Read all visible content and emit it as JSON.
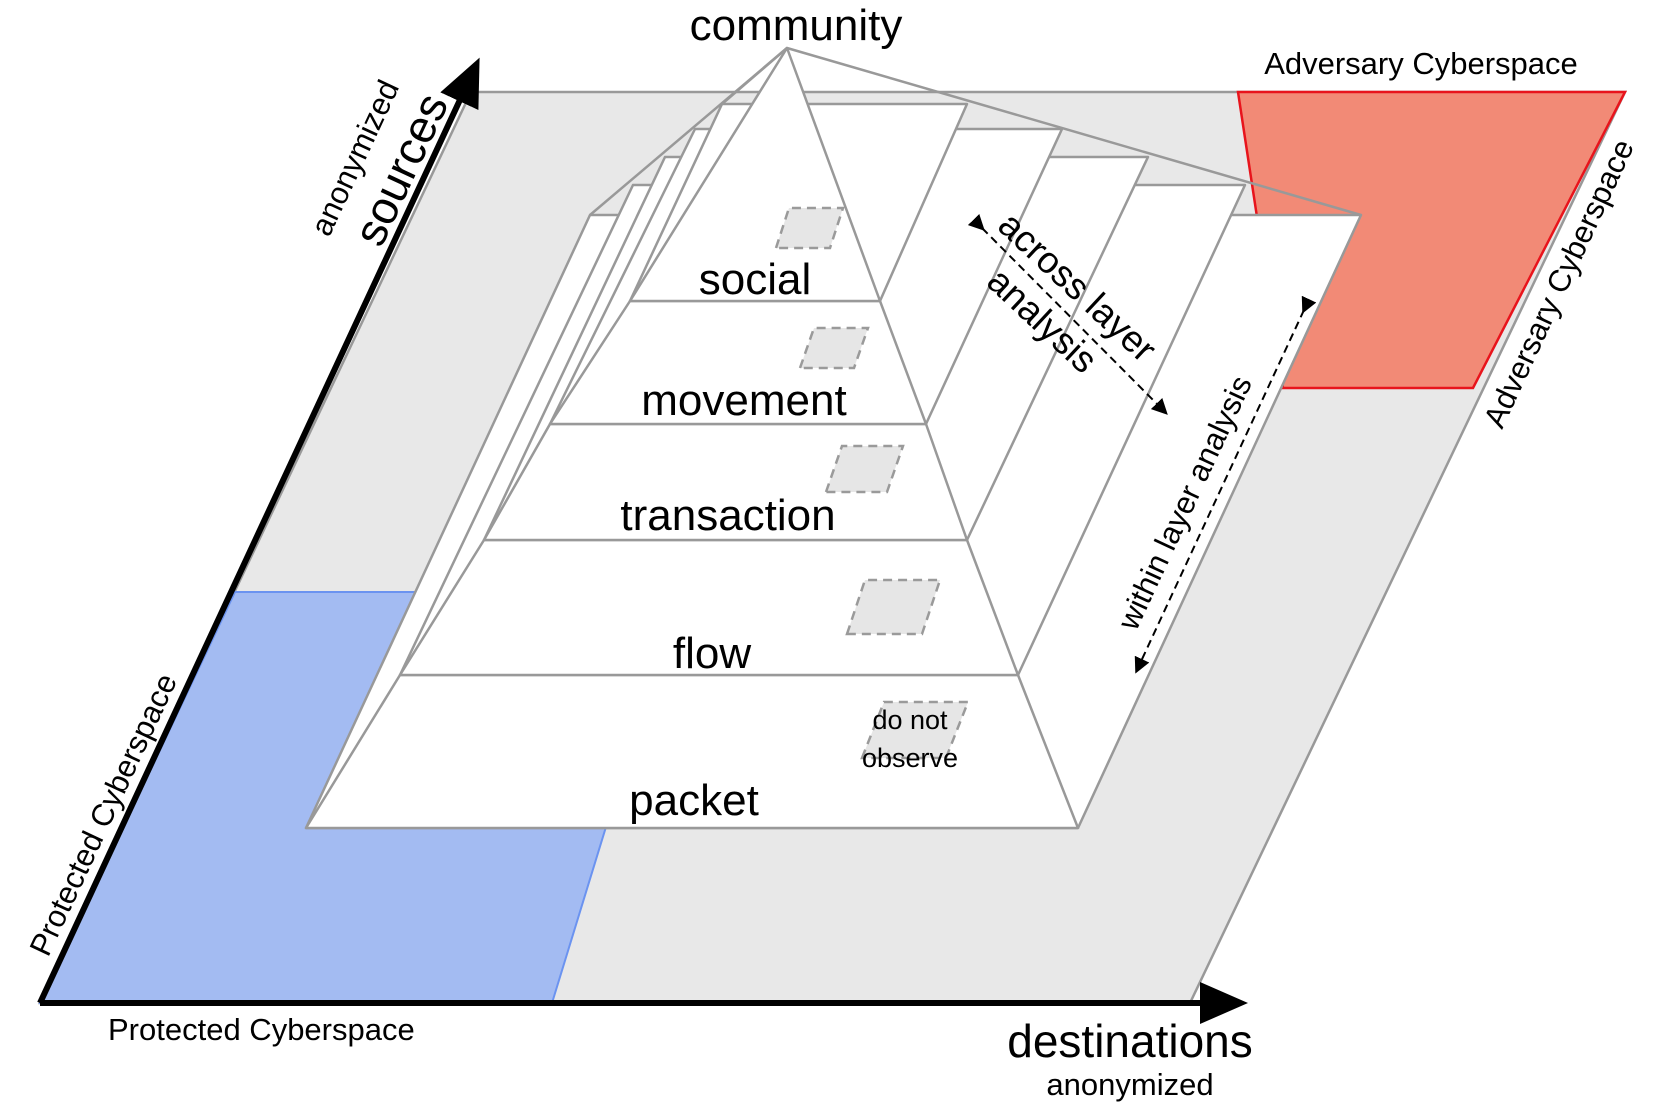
{
  "title": "community",
  "layers": [
    {
      "label": "social"
    },
    {
      "label": "movement"
    },
    {
      "label": "transaction"
    },
    {
      "label": "flow"
    },
    {
      "label": "packet"
    }
  ],
  "axes": {
    "y": {
      "qualifier": "anonymized",
      "label": "sources"
    },
    "x": {
      "label": "destinations",
      "qualifier": "anonymized"
    }
  },
  "regions": {
    "protected_bottom": "Protected Cyberspace",
    "protected_left": "Protected Cyberspace",
    "adversary_top": "Adversary Cyberspace",
    "adversary_right": "Adversary Cyberspace"
  },
  "annotations": {
    "across_line1": "across layer",
    "across_line2": "analysis",
    "within": "within layer analysis",
    "do_not_line1": "do not",
    "do_not_line2": "observe"
  },
  "colors": {
    "plane": "#e8e8e8",
    "protected": "#a3bbf2",
    "protected_edge": "#6b93f0",
    "adversary": "#f28a76",
    "adversary_edge": "#e8141c",
    "outline": "#999999",
    "marker_fill": "#e6e6e6",
    "marker_stroke": "#9a9a9a"
  }
}
